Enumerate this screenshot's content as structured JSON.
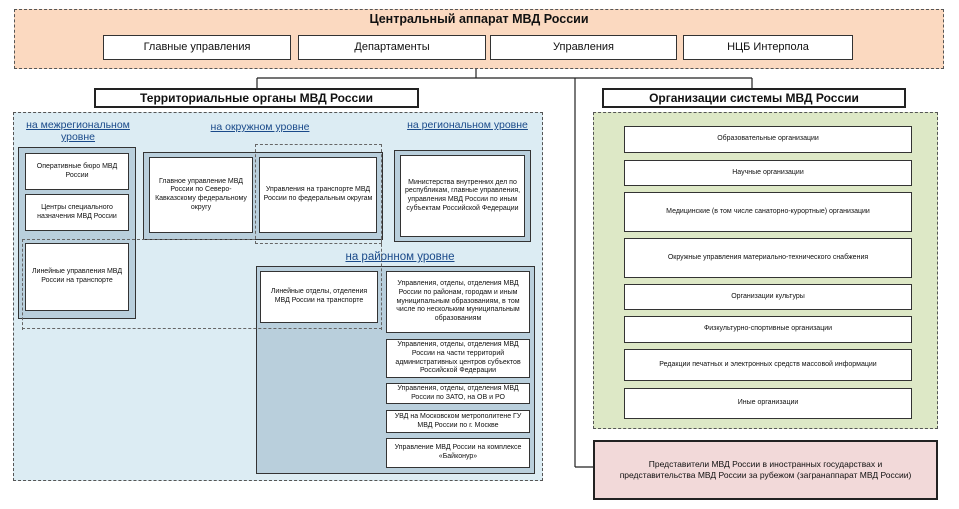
{
  "central": {
    "title": "Центральный аппарат МВД России",
    "units": [
      "Главные управления",
      "Департаменты",
      "Управления",
      "НЦБ Интерпола"
    ]
  },
  "territorial": {
    "title": "Территориальные органы МВД России",
    "levels": {
      "interregional": "на межрегиональном уровне",
      "district": "на окружном уровне",
      "regional": "на региональном уровне",
      "local": "на районном уровне"
    },
    "interregional_boxes": [
      "Оперативные бюро МВД России",
      "Центры специального назначения МВД России",
      "Линейные управления МВД России на транспорте"
    ],
    "district_boxes": [
      "Главное управление МВД России по Северо-Кавказскому федеральному округу",
      "Управления на транспорте МВД России по федеральным округам"
    ],
    "regional_box": "Министерства внутренних дел по республикам, главные управления, управления МВД России по иным субъектам Российской Федерации",
    "local_transport": "Линейные отделы, отделения МВД России на транспорте",
    "local_boxes": [
      "Управления, отделы, отделения МВД России по районам, городам и иным муниципальным образованиям, в том числе по нескольким муниципальным образованиям",
      "Управления, отделы, отделения МВД России на части территорий административных центров субъектов Российской Федерации",
      "Управления, отделы, отделения МВД России по ЗАТО, на ОВ и РО",
      "УВД на Московском метрополитене ГУ МВД России по г. Москве",
      "Управление МВД России на комплексе «Байконур»"
    ]
  },
  "organizations": {
    "title": "Организации системы МВД России",
    "items": [
      "Образовательные организации",
      "Научные организации",
      "Медицинские (в том числе санаторно-курортные) организации",
      "Окружные управления материально-технического снабжения",
      "Организации культуры",
      "Физкультурно-спортивные организации",
      "Редакции печатных и электронных средств массовой информации",
      "Иные организации"
    ]
  },
  "abroad": "Представители МВД России в иностранных государствах и представительства МВД России за рубежом (загранаппарат МВД России)",
  "colors": {
    "central_bg": "#fbd9c0",
    "territorial_bg": "#dcecf3",
    "organizations_bg": "#dde8c6",
    "abroad_bg": "#f2d9d9",
    "shaded_box": "#b9cfdc"
  }
}
